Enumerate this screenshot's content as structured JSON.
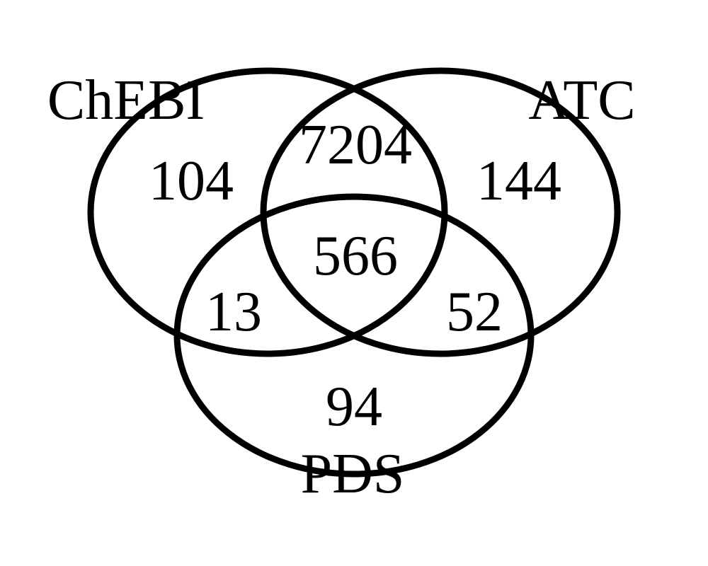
{
  "colors": {
    "background": "#ffffff",
    "stroke": "#000000",
    "text": "#000000"
  },
  "sets": [
    {
      "id": "chebi",
      "name": "ChEBI"
    },
    {
      "id": "atc",
      "name": "ATC"
    },
    {
      "id": "pds",
      "name": "PDS"
    }
  ],
  "regions": {
    "chebi_only": "104",
    "atc_only": "144",
    "pds_only": "94",
    "chebi_atc": "7204",
    "chebi_pds": "13",
    "atc_pds": "52",
    "all_three": "566"
  }
}
